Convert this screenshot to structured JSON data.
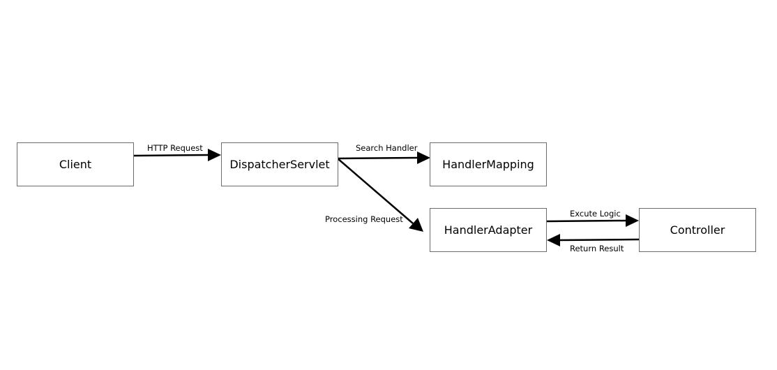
{
  "nodes": {
    "client": "Client",
    "dispatcher": "DispatcherServlet",
    "handler_mapping": "HandlerMapping",
    "handler_adapter": "HandlerAdapter",
    "controller": "Controller"
  },
  "edges": {
    "http_request": "HTTP Request",
    "search_handler": "Search Handler",
    "processing_request": "Processing Request",
    "excute_logic": "Excute Logic",
    "return_result": "Return Result"
  }
}
